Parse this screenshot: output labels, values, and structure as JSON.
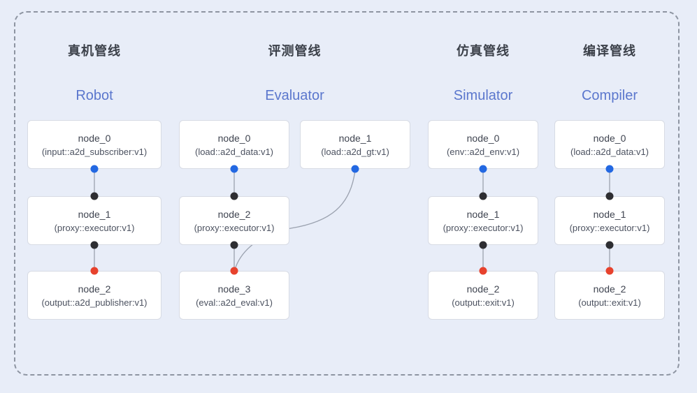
{
  "colors": {
    "background": "#e8edf8",
    "border_dash": "#8e95a2",
    "title_zh": "#3b4049",
    "title_en": "#5b77cd",
    "node_bg": "#ffffff",
    "node_border": "#d7dbe4",
    "node_name": "#3f4450",
    "node_type": "#4c5260",
    "edge": "#9aa1ae",
    "port_source": "#2368e2",
    "port_proxy": "#2e2e32",
    "port_sink": "#e7422d"
  },
  "pipelines": [
    {
      "id": "robot",
      "title_zh": "真机管线",
      "title_en": "Robot",
      "nodes": [
        {
          "name": "node_0",
          "type": "(input::a2d_subscriber:v1)"
        },
        {
          "name": "node_1",
          "type": "(proxy::executor:v1)"
        },
        {
          "name": "node_2",
          "type": "(output::a2d_publisher:v1)"
        }
      ]
    },
    {
      "id": "evaluator",
      "title_zh": "评测管线",
      "title_en": "Evaluator",
      "nodes": [
        {
          "name": "node_0",
          "type": "(load::a2d_data:v1)"
        },
        {
          "name": "node_1",
          "type": "(load::a2d_gt:v1)"
        },
        {
          "name": "node_2",
          "type": "(proxy::executor:v1)"
        },
        {
          "name": "node_3",
          "type": "(eval::a2d_eval:v1)"
        }
      ]
    },
    {
      "id": "simulator",
      "title_zh": "仿真管线",
      "title_en": "Simulator",
      "nodes": [
        {
          "name": "node_0",
          "type": "(env::a2d_env:v1)"
        },
        {
          "name": "node_1",
          "type": "(proxy::executor:v1)"
        },
        {
          "name": "node_2",
          "type": "(output::exit:v1)"
        }
      ]
    },
    {
      "id": "compiler",
      "title_zh": "编译管线",
      "title_en": "Compiler",
      "nodes": [
        {
          "name": "node_0",
          "type": "(load::a2d_data:v1)"
        },
        {
          "name": "node_1",
          "type": "(proxy::executor:v1)"
        },
        {
          "name": "node_2",
          "type": "(output::exit:v1)"
        }
      ]
    }
  ]
}
